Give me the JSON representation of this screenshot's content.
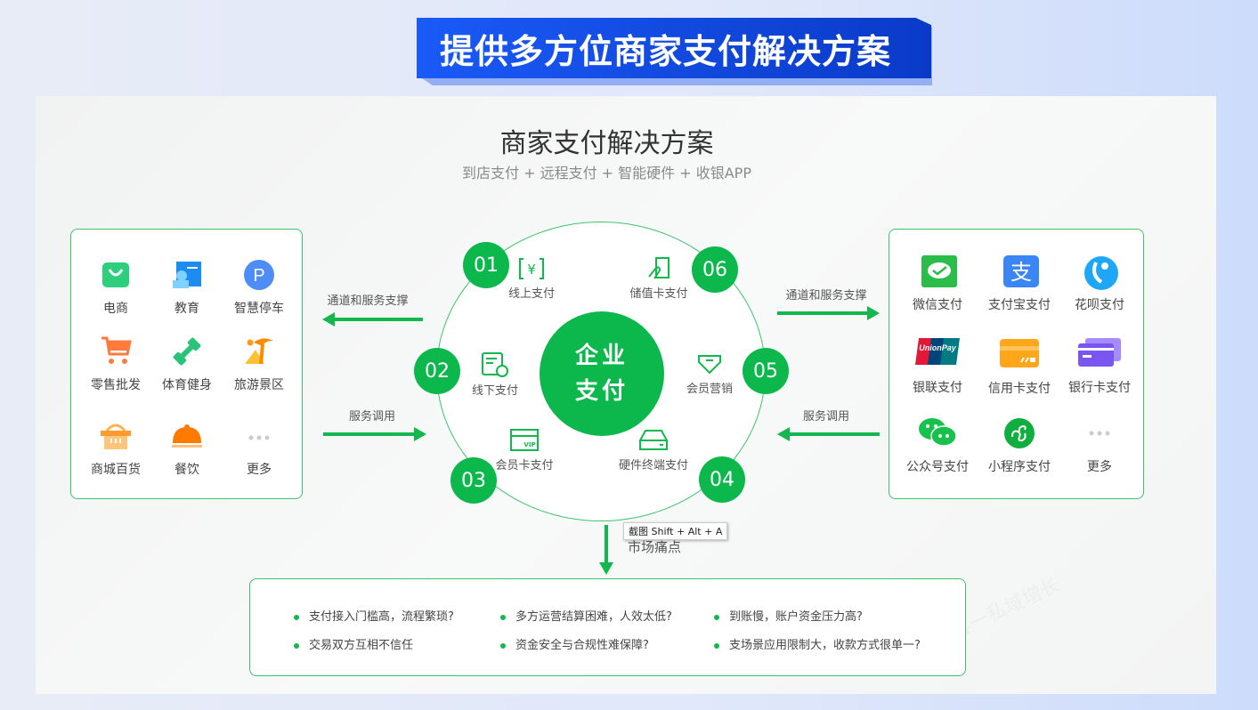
{
  "banner": {
    "title": "提供多方位商家支付解决方案"
  },
  "heading": "商家支付解决方案",
  "subtitle": "到店支付 + 远程支付 + 智能硬件 + 收银APP",
  "watermark": "微众创客一私域增长",
  "industries": [
    {
      "label": "电商",
      "icon": "shopping-bag-icon"
    },
    {
      "label": "教育",
      "icon": "education-icon"
    },
    {
      "label": "智慧停车",
      "icon": "parking-icon"
    },
    {
      "label": "零售批发",
      "icon": "cart-icon"
    },
    {
      "label": "体育健身",
      "icon": "dumbbell-icon"
    },
    {
      "label": "旅游景区",
      "icon": "palm-tree-icon"
    },
    {
      "label": "商城百货",
      "icon": "basket-icon"
    },
    {
      "label": "餐饮",
      "icon": "dish-cover-icon"
    },
    {
      "label": "更多",
      "icon": "more-icon"
    }
  ],
  "payments": [
    {
      "label": "微信支付",
      "icon": "wechat-pay-icon"
    },
    {
      "label": "支付宝支付",
      "icon": "alipay-icon"
    },
    {
      "label": "花呗支付",
      "icon": "huabei-icon"
    },
    {
      "label": "银联支付",
      "icon": "unionpay-icon"
    },
    {
      "label": "信用卡支付",
      "icon": "credit-card-icon"
    },
    {
      "label": "银行卡支付",
      "icon": "bank-card-icon"
    },
    {
      "label": "公众号支付",
      "icon": "official-account-icon"
    },
    {
      "label": "小程序支付",
      "icon": "mini-program-icon"
    },
    {
      "label": "更多",
      "icon": "more-icon"
    }
  ],
  "unionpay_text": "UnionPay",
  "arrows": {
    "left_top": "通道和服务支撑",
    "left_bottom": "服务调用",
    "right_top": "通道和服务支撑",
    "right_bottom": "服务调用",
    "down": "市场痛点"
  },
  "core": {
    "line1": "企业",
    "line2": "支付"
  },
  "modules": [
    {
      "num": "01",
      "label": "线上支付"
    },
    {
      "num": "02",
      "label": "线下支付"
    },
    {
      "num": "03",
      "label": "会员卡支付"
    },
    {
      "num": "04",
      "label": "硬件终端支付"
    },
    {
      "num": "05",
      "label": "会员营销"
    },
    {
      "num": "06",
      "label": "储值卡支付"
    }
  ],
  "tooltip": "截图 Shift + Alt + A",
  "pain_points": [
    "支付接入门槛高，流程繁琐?",
    "多方运营结算困难，人效太低?",
    "到账慢，账户资金压力高?",
    "交易双方互相不信任",
    "资金安全与合规性难保障?",
    "支场景应用限制大，收款方式很单一?"
  ],
  "colors": {
    "green": "#0cb84c",
    "blue": "#1a5af7"
  }
}
